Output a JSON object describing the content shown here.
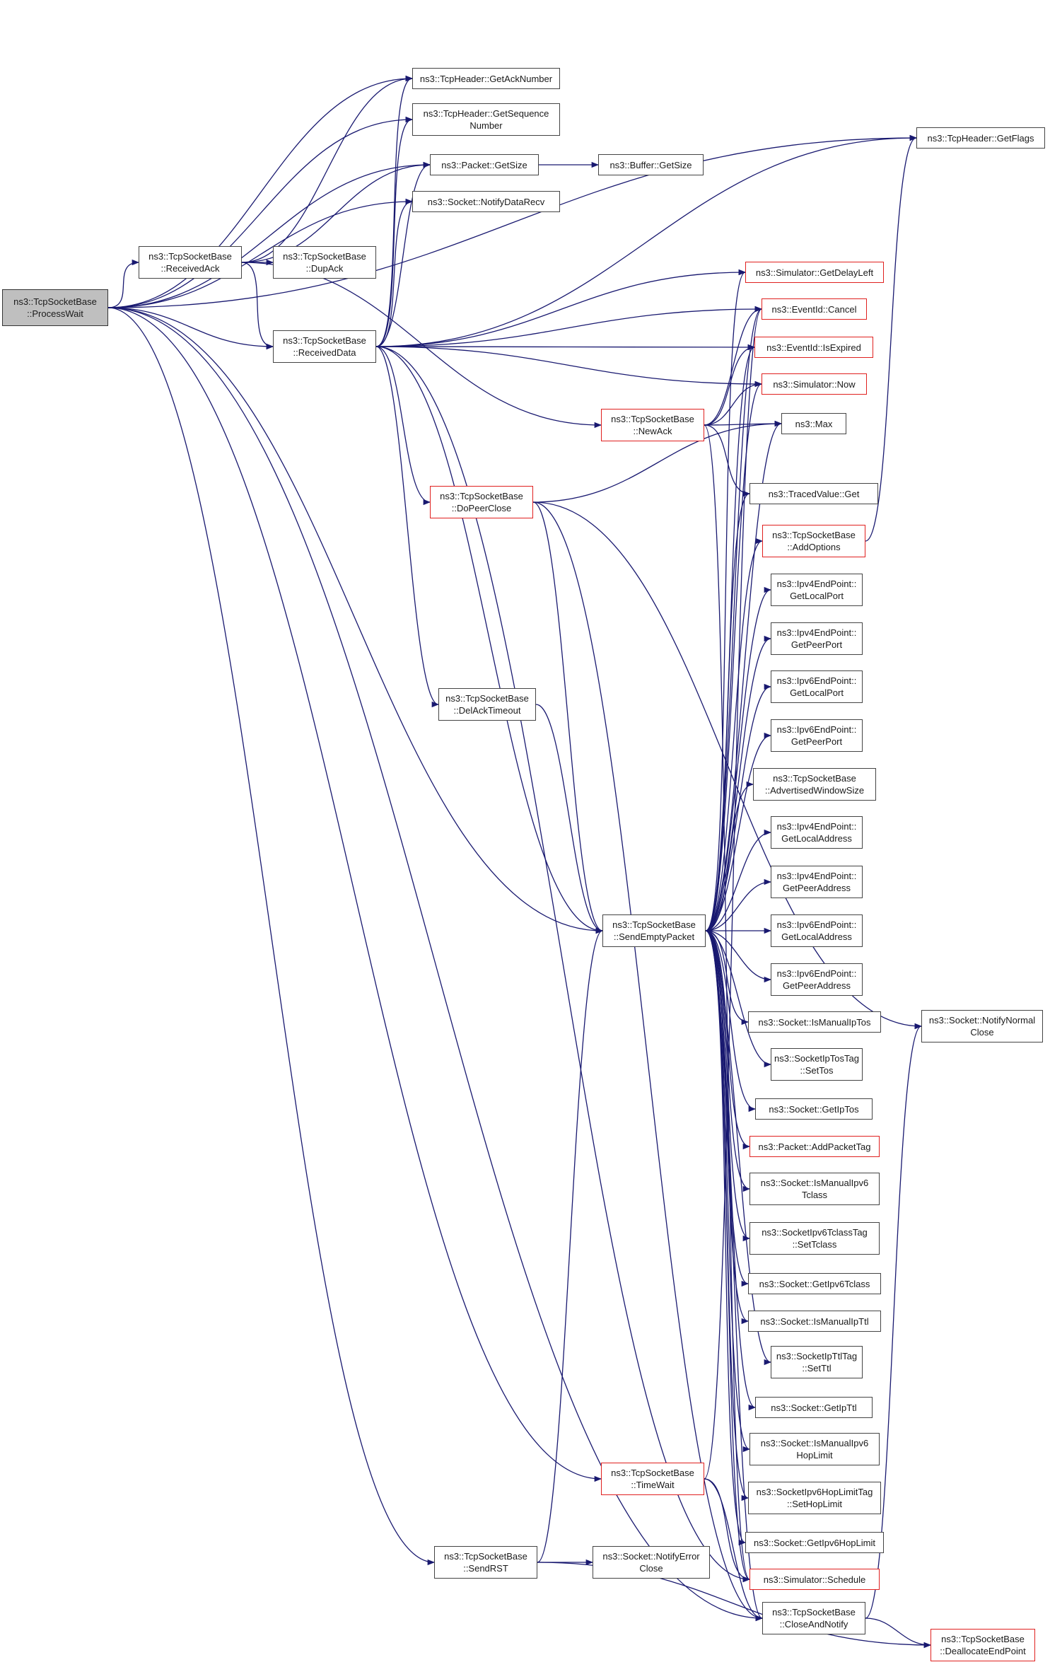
{
  "colors": {
    "edge": "#191970",
    "node_border": "#444444",
    "node_border_incomplete": "#e0201f",
    "focus_fill": "#bfbfbf"
  },
  "nodes": [
    {
      "id": "processwait",
      "lines": [
        "ns3::TcpSocketBase",
        "::ProcessWait"
      ],
      "style": "focus"
    },
    {
      "id": "getacknumber",
      "lines": [
        "ns3::TcpHeader::GetAckNumber"
      ],
      "style": "normal"
    },
    {
      "id": "getsequencenumber",
      "lines": [
        "ns3::TcpHeader::GetSequence",
        "Number"
      ],
      "style": "normal"
    },
    {
      "id": "packet-getsize",
      "lines": [
        "ns3::Packet::GetSize"
      ],
      "style": "normal"
    },
    {
      "id": "buffer-getsize",
      "lines": [
        "ns3::Buffer::GetSize"
      ],
      "style": "normal"
    },
    {
      "id": "notifydatarecv",
      "lines": [
        "ns3::Socket::NotifyDataRecv"
      ],
      "style": "normal"
    },
    {
      "id": "getflags",
      "lines": [
        "ns3::TcpHeader::GetFlags"
      ],
      "style": "normal"
    },
    {
      "id": "receivedack",
      "lines": [
        "ns3::TcpSocketBase",
        "::ReceivedAck"
      ],
      "style": "normal"
    },
    {
      "id": "dupack",
      "lines": [
        "ns3::TcpSocketBase",
        "::DupAck"
      ],
      "style": "normal"
    },
    {
      "id": "receiveddata",
      "lines": [
        "ns3::TcpSocketBase",
        "::ReceivedData"
      ],
      "style": "normal"
    },
    {
      "id": "getdelayleft",
      "lines": [
        "ns3::Simulator::GetDelayLeft"
      ],
      "style": "red"
    },
    {
      "id": "cancel",
      "lines": [
        "ns3::EventId::Cancel"
      ],
      "style": "red"
    },
    {
      "id": "isexpired",
      "lines": [
        "ns3::EventId::IsExpired"
      ],
      "style": "red"
    },
    {
      "id": "now",
      "lines": [
        "ns3::Simulator::Now"
      ],
      "style": "red"
    },
    {
      "id": "newack",
      "lines": [
        "ns3::TcpSocketBase",
        "::NewAck"
      ],
      "style": "red"
    },
    {
      "id": "max",
      "lines": [
        "ns3::Max"
      ],
      "style": "normal"
    },
    {
      "id": "dopeerclose",
      "lines": [
        "ns3::TcpSocketBase",
        "::DoPeerClose"
      ],
      "style": "red"
    },
    {
      "id": "tracedvalue-get",
      "lines": [
        "ns3::TracedValue::Get"
      ],
      "style": "normal"
    },
    {
      "id": "addoptions",
      "lines": [
        "ns3::TcpSocketBase",
        "::AddOptions"
      ],
      "style": "red"
    },
    {
      "id": "ipv4-getlocalport",
      "lines": [
        "ns3::Ipv4EndPoint::",
        "GetLocalPort"
      ],
      "style": "normal"
    },
    {
      "id": "ipv4-getpeerport",
      "lines": [
        "ns3::Ipv4EndPoint::",
        "GetPeerPort"
      ],
      "style": "normal"
    },
    {
      "id": "ipv6-getlocalport",
      "lines": [
        "ns3::Ipv6EndPoint::",
        "GetLocalPort"
      ],
      "style": "normal"
    },
    {
      "id": "ipv6-getpeerport",
      "lines": [
        "ns3::Ipv6EndPoint::",
        "GetPeerPort"
      ],
      "style": "normal"
    },
    {
      "id": "delacktimeout",
      "lines": [
        "ns3::TcpSocketBase",
        "::DelAckTimeout"
      ],
      "style": "normal"
    },
    {
      "id": "advertisedwindowsize",
      "lines": [
        "ns3::TcpSocketBase",
        "::AdvertisedWindowSize"
      ],
      "style": "normal"
    },
    {
      "id": "ipv4-getlocaladdress",
      "lines": [
        "ns3::Ipv4EndPoint::",
        "GetLocalAddress"
      ],
      "style": "normal"
    },
    {
      "id": "ipv4-getpeeraddress",
      "lines": [
        "ns3::Ipv4EndPoint::",
        "GetPeerAddress"
      ],
      "style": "normal"
    },
    {
      "id": "sendemptypacket",
      "lines": [
        "ns3::TcpSocketBase",
        "::SendEmptyPacket"
      ],
      "style": "normal"
    },
    {
      "id": "ipv6-getlocaladdress",
      "lines": [
        "ns3::Ipv6EndPoint::",
        "GetLocalAddress"
      ],
      "style": "normal"
    },
    {
      "id": "ipv6-getpeeraddress",
      "lines": [
        "ns3::Ipv6EndPoint::",
        "GetPeerAddress"
      ],
      "style": "normal"
    },
    {
      "id": "ismanualiptos",
      "lines": [
        "ns3::Socket::IsManualIpTos"
      ],
      "style": "normal"
    },
    {
      "id": "notifynormalclose",
      "lines": [
        "ns3::Socket::NotifyNormal",
        "Close"
      ],
      "style": "normal"
    },
    {
      "id": "socketiptostag-settos",
      "lines": [
        "ns3::SocketIpTosTag",
        "::SetTos"
      ],
      "style": "normal"
    },
    {
      "id": "getiptos",
      "lines": [
        "ns3::Socket::GetIpTos"
      ],
      "style": "normal"
    },
    {
      "id": "addpackettag",
      "lines": [
        "ns3::Packet::AddPacketTag"
      ],
      "style": "red"
    },
    {
      "id": "ismanualipv6tclass",
      "lines": [
        "ns3::Socket::IsManualIpv6",
        "Tclass"
      ],
      "style": "normal"
    },
    {
      "id": "settclass",
      "lines": [
        "ns3::SocketIpv6TclassTag",
        "::SetTclass"
      ],
      "style": "normal"
    },
    {
      "id": "getipv6tclass",
      "lines": [
        "ns3::Socket::GetIpv6Tclass"
      ],
      "style": "normal"
    },
    {
      "id": "ismanualipttl",
      "lines": [
        "ns3::Socket::IsManualIpTtl"
      ],
      "style": "normal"
    },
    {
      "id": "setttl",
      "lines": [
        "ns3::SocketIpTtlTag",
        "::SetTtl"
      ],
      "style": "normal"
    },
    {
      "id": "getipttl",
      "lines": [
        "ns3::Socket::GetIpTtl"
      ],
      "style": "normal"
    },
    {
      "id": "ismanualipv6hoplimit",
      "lines": [
        "ns3::Socket::IsManualIpv6",
        "HopLimit"
      ],
      "style": "normal"
    },
    {
      "id": "timewait",
      "lines": [
        "ns3::TcpSocketBase",
        "::TimeWait"
      ],
      "style": "red"
    },
    {
      "id": "sethoplimit",
      "lines": [
        "ns3::SocketIpv6HopLimitTag",
        "::SetHopLimit"
      ],
      "style": "normal"
    },
    {
      "id": "getipv6hoplimit",
      "lines": [
        "ns3::Socket::GetIpv6HopLimit"
      ],
      "style": "normal"
    },
    {
      "id": "sendrst",
      "lines": [
        "ns3::TcpSocketBase",
        "::SendRST"
      ],
      "style": "normal"
    },
    {
      "id": "notifyerrorclose",
      "lines": [
        "ns3::Socket::NotifyError",
        "Close"
      ],
      "style": "normal"
    },
    {
      "id": "schedule",
      "lines": [
        "ns3::Simulator::Schedule"
      ],
      "style": "red"
    },
    {
      "id": "closeandnotify",
      "lines": [
        "ns3::TcpSocketBase",
        "::CloseAndNotify"
      ],
      "style": "normal"
    },
    {
      "id": "deallocateendpoint",
      "lines": [
        "ns3::TcpSocketBase",
        "::DeallocateEndPoint"
      ],
      "style": "red"
    }
  ],
  "edges": [
    [
      "processwait",
      "getacknumber"
    ],
    [
      "processwait",
      "getsequencenumber"
    ],
    [
      "processwait",
      "packet-getsize"
    ],
    [
      "processwait",
      "notifydatarecv"
    ],
    [
      "processwait",
      "getflags"
    ],
    [
      "processwait",
      "receivedack"
    ],
    [
      "processwait",
      "receiveddata"
    ],
    [
      "processwait",
      "sendemptypacket"
    ],
    [
      "processwait",
      "timewait"
    ],
    [
      "processwait",
      "sendrst"
    ],
    [
      "processwait",
      "closeandnotify"
    ],
    [
      "receivedack",
      "getacknumber"
    ],
    [
      "receivedack",
      "packet-getsize"
    ],
    [
      "receivedack",
      "dupack"
    ],
    [
      "receivedack",
      "receiveddata"
    ],
    [
      "receivedack",
      "newack"
    ],
    [
      "packet-getsize",
      "buffer-getsize"
    ],
    [
      "receiveddata",
      "getacknumber"
    ],
    [
      "receiveddata",
      "getsequencenumber"
    ],
    [
      "receiveddata",
      "packet-getsize"
    ],
    [
      "receiveddata",
      "notifydatarecv"
    ],
    [
      "receiveddata",
      "getflags"
    ],
    [
      "receiveddata",
      "getdelayleft"
    ],
    [
      "receiveddata",
      "cancel"
    ],
    [
      "receiveddata",
      "isexpired"
    ],
    [
      "receiveddata",
      "now"
    ],
    [
      "receiveddata",
      "dopeerclose"
    ],
    [
      "receiveddata",
      "delacktimeout"
    ],
    [
      "receiveddata",
      "sendemptypacket"
    ],
    [
      "receiveddata",
      "schedule"
    ],
    [
      "newack",
      "cancel"
    ],
    [
      "newack",
      "isexpired"
    ],
    [
      "newack",
      "now"
    ],
    [
      "newack",
      "max"
    ],
    [
      "newack",
      "tracedvalue-get"
    ],
    [
      "newack",
      "schedule"
    ],
    [
      "dopeerclose",
      "max"
    ],
    [
      "dopeerclose",
      "notifynormalclose"
    ],
    [
      "dopeerclose",
      "sendemptypacket"
    ],
    [
      "dopeerclose",
      "closeandnotify"
    ],
    [
      "delacktimeout",
      "sendemptypacket"
    ],
    [
      "sendemptypacket",
      "getdelayleft"
    ],
    [
      "sendemptypacket",
      "cancel"
    ],
    [
      "sendemptypacket",
      "isexpired"
    ],
    [
      "sendemptypacket",
      "now"
    ],
    [
      "sendemptypacket",
      "max"
    ],
    [
      "sendemptypacket",
      "tracedvalue-get"
    ],
    [
      "sendemptypacket",
      "addoptions"
    ],
    [
      "sendemptypacket",
      "ipv4-getlocalport"
    ],
    [
      "sendemptypacket",
      "ipv4-getpeerport"
    ],
    [
      "sendemptypacket",
      "ipv6-getlocalport"
    ],
    [
      "sendemptypacket",
      "ipv6-getpeerport"
    ],
    [
      "sendemptypacket",
      "advertisedwindowsize"
    ],
    [
      "sendemptypacket",
      "ipv4-getlocaladdress"
    ],
    [
      "sendemptypacket",
      "ipv4-getpeeraddress"
    ],
    [
      "sendemptypacket",
      "ipv6-getlocaladdress"
    ],
    [
      "sendemptypacket",
      "ipv6-getpeeraddress"
    ],
    [
      "sendemptypacket",
      "ismanualiptos"
    ],
    [
      "sendemptypacket",
      "socketiptostag-settos"
    ],
    [
      "sendemptypacket",
      "getiptos"
    ],
    [
      "sendemptypacket",
      "addpackettag"
    ],
    [
      "sendemptypacket",
      "ismanualipv6tclass"
    ],
    [
      "sendemptypacket",
      "settclass"
    ],
    [
      "sendemptypacket",
      "getipv6tclass"
    ],
    [
      "sendemptypacket",
      "ismanualipttl"
    ],
    [
      "sendemptypacket",
      "setttl"
    ],
    [
      "sendemptypacket",
      "getipttl"
    ],
    [
      "sendemptypacket",
      "ismanualipv6hoplimit"
    ],
    [
      "sendemptypacket",
      "sethoplimit"
    ],
    [
      "sendemptypacket",
      "getipv6hoplimit"
    ],
    [
      "sendemptypacket",
      "schedule"
    ],
    [
      "sendemptypacket",
      "closeandnotify"
    ],
    [
      "addoptions",
      "getflags"
    ],
    [
      "timewait",
      "cancel"
    ],
    [
      "timewait",
      "schedule"
    ],
    [
      "timewait",
      "closeandnotify"
    ],
    [
      "sendrst",
      "sendemptypacket"
    ],
    [
      "sendrst",
      "notifyerrorclose"
    ],
    [
      "sendrst",
      "deallocateendpoint"
    ],
    [
      "closeandnotify",
      "notifynormalclose"
    ],
    [
      "closeandnotify",
      "deallocateendpoint"
    ]
  ]
}
